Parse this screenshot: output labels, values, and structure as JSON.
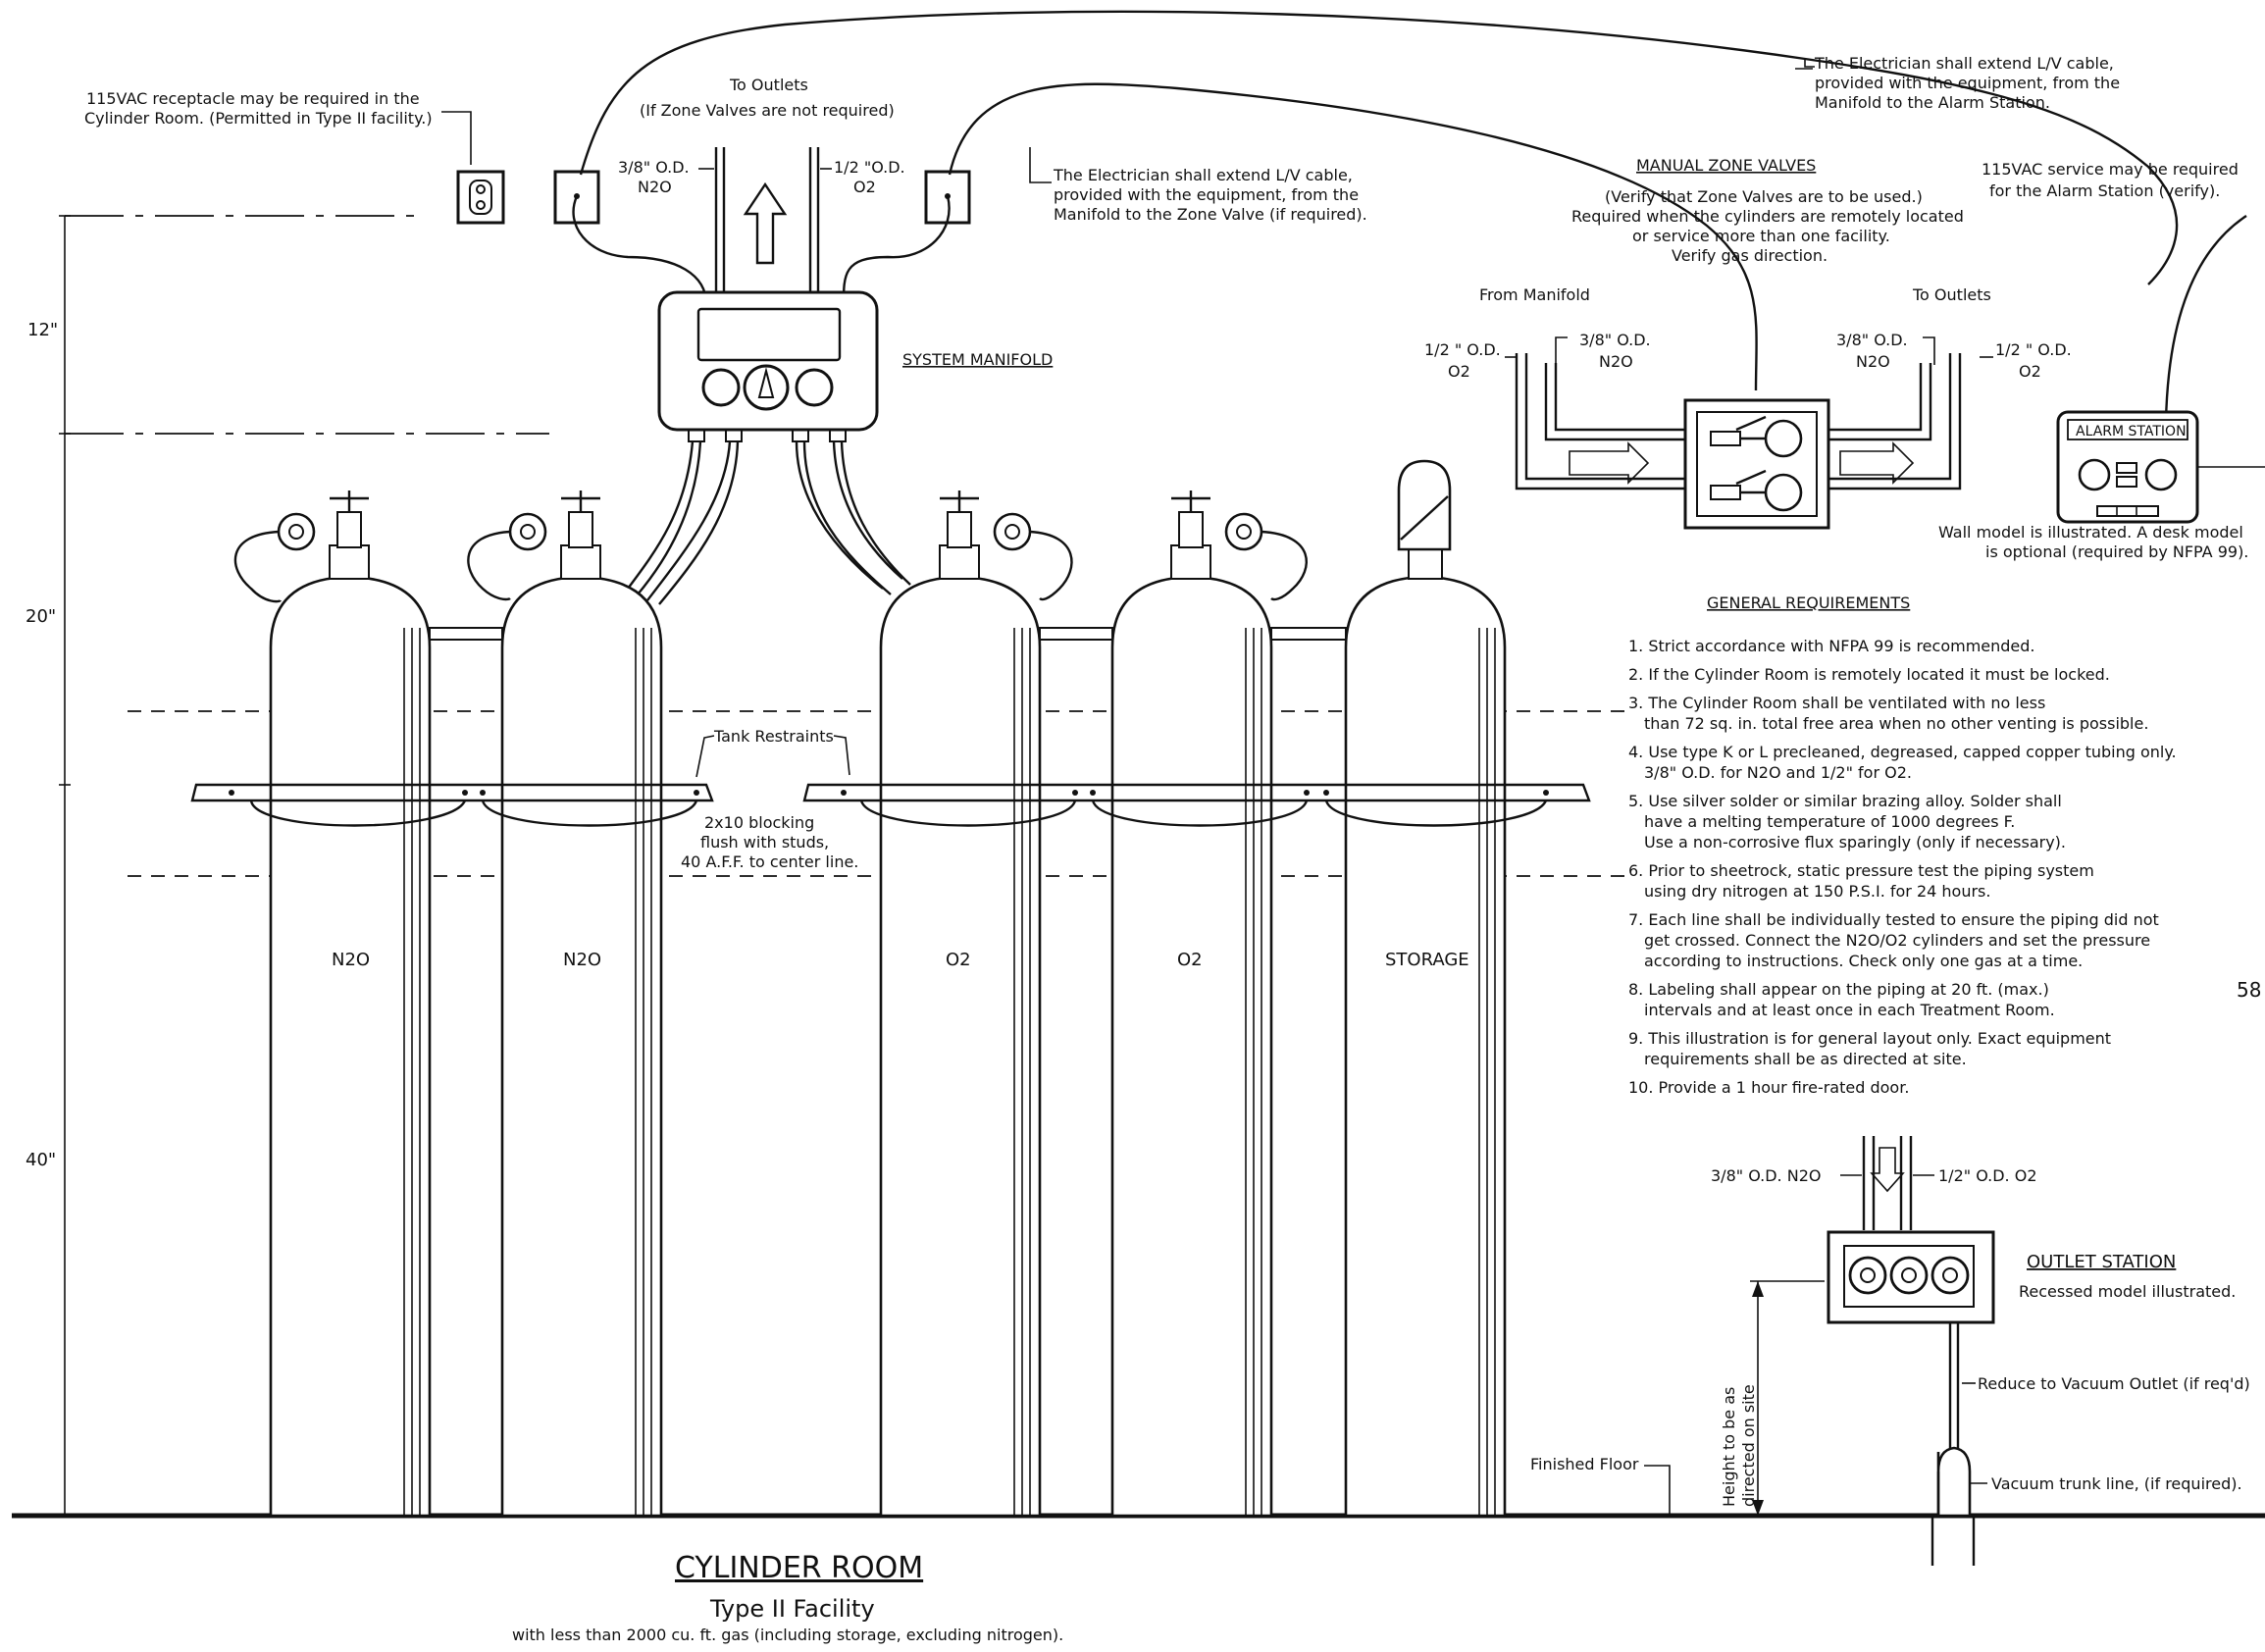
{
  "dimensions": {
    "d12": "12\"",
    "d20": "20\"",
    "d40": "40\""
  },
  "top_notes": {
    "receptacle": [
      "115VAC receptacle may be required in the",
      "Cylinder Room. (Permitted in Type II facility.)"
    ],
    "to_outlets_1": "To Outlets",
    "to_outlets_2": "(If Zone Valves are not required)",
    "pipe_n2o": [
      "3/8\" O.D.",
      "N2O"
    ],
    "pipe_o2": [
      "1/2 \"O.D.",
      "O2"
    ],
    "electrician_zone": [
      "The Electrician shall extend L/V cable,",
      "provided with the equipment, from the",
      "Manifold to the Zone Valve (if required)."
    ],
    "electrician_alarm": [
      "The Electrician shall extend L/V cable,",
      "provided with the equipment, from the",
      "Manifold to the Alarm Station."
    ],
    "alarm_service": [
      "115VAC service may be required",
      "for the Alarm Station (verify)."
    ]
  },
  "manifold": {
    "label": "SYSTEM MANIFOLD"
  },
  "zone_valves": {
    "title": "MANUAL ZONE VALVES",
    "notes": [
      "(Verify that Zone Valves are to be used.)",
      "Required when the cylinders are remotely located",
      "or service more than one facility.",
      "Verify gas direction."
    ],
    "from_manifold": "From Manifold",
    "to_outlets": "To Outlets",
    "left_o2": [
      "1/2 \" O.D.",
      "O2"
    ],
    "left_n2o": [
      "3/8\" O.D.",
      "N2O"
    ],
    "right_n2o": [
      "3/8\" O.D.",
      "N2O"
    ],
    "right_o2": [
      "1/2 \" O.D.",
      "O2"
    ]
  },
  "alarm_station": {
    "label": "ALARM STATION",
    "note": [
      "Wall model is illustrated.  A desk model",
      "is optional (required by NFPA 99)."
    ]
  },
  "general_requirements": {
    "title": "GENERAL REQUIREMENTS",
    "items": [
      [
        "1. Strict accordance with NFPA 99 is recommended."
      ],
      [
        "2. If the Cylinder Room is remotely located it must be locked."
      ],
      [
        "3. The Cylinder Room shall be ventilated with no less",
        "than 72 sq. in. total free area when no other venting is possible."
      ],
      [
        "4. Use type K or L precleaned, degreased, capped copper tubing only.",
        "3/8\" O.D. for N2O and 1/2\" for O2."
      ],
      [
        "5. Use silver solder or similar brazing alloy. Solder shall",
        "have a melting temperature of 1000 degrees F.",
        "Use a non-corrosive flux sparingly (only if necessary)."
      ],
      [
        "6. Prior to sheetrock, static pressure test the piping system",
        "using dry nitrogen at 150 P.S.I. for 24 hours."
      ],
      [
        "7. Each line shall be individually tested to ensure the piping did not",
        "get crossed. Connect the N2O/O2 cylinders and set the pressure",
        "according to instructions.  Check only one gas at a time."
      ],
      [
        "8. Labeling shall appear on the piping at 20 ft. (max.)",
        "intervals and at least once in each Treatment Room."
      ],
      [
        "9. This illustration is for general layout only. Exact equipment",
        "requirements shall be as directed at site."
      ],
      [
        "10. Provide a 1 hour fire-rated door."
      ]
    ]
  },
  "cylinders": [
    "N2O",
    "N2O",
    "O2",
    "O2",
    "STORAGE"
  ],
  "restraints": {
    "tank_restraints": "Tank Restraints",
    "blocking": [
      "2x10 blocking",
      "flush with studs,",
      "40 A.F.F. to center line."
    ]
  },
  "outlet_station": {
    "n2o": "3/8\" O.D. N2O",
    "o2": "1/2\" O.D. O2",
    "title": "OUTLET STATION",
    "note": "Recessed model illustrated.",
    "reduce": "Reduce to Vacuum Outlet (if req'd)",
    "vacuum": "Vacuum trunk line, (if required).",
    "height": [
      "Height to be as",
      "directed on site"
    ],
    "finished_floor": "Finished Floor",
    "page_fragment": "58"
  },
  "footer": {
    "title": "CYLINDER ROOM",
    "subtitle": "Type II Facility",
    "note": "with less than 2000 cu. ft. gas (including storage, excluding nitrogen)."
  }
}
